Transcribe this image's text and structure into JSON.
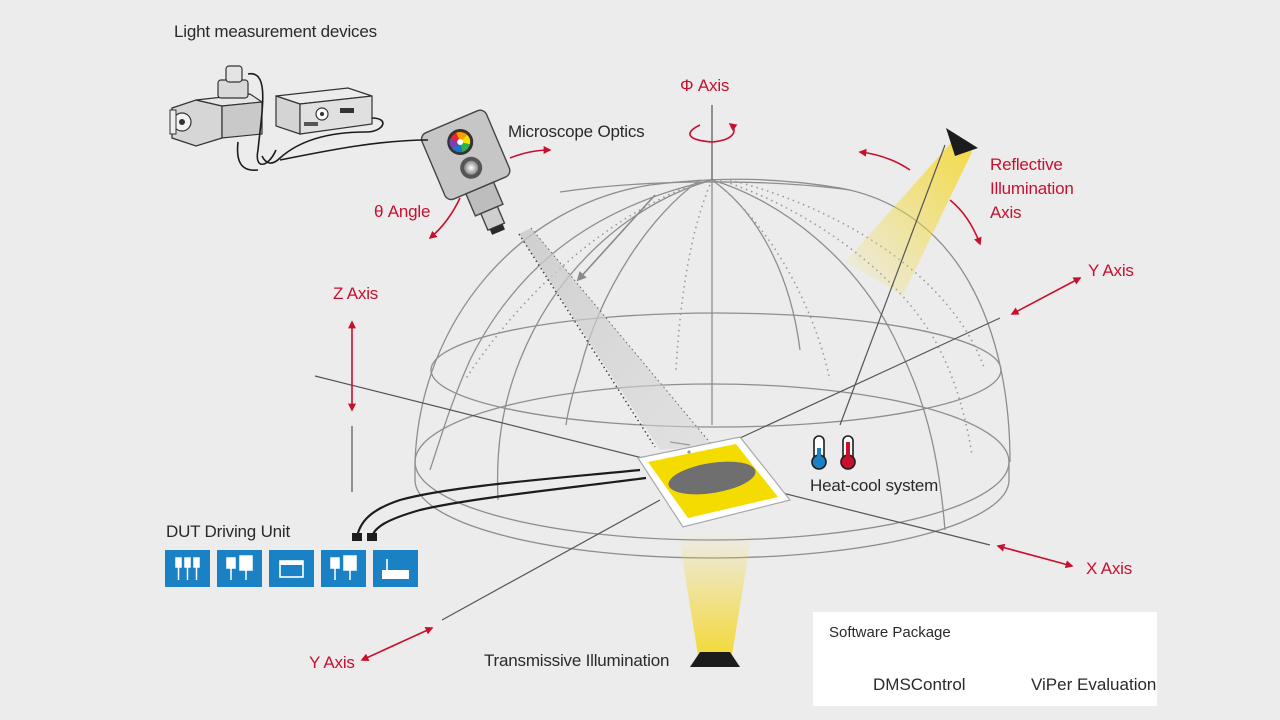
{
  "labels": {
    "light_devices": "Light measurement devices",
    "microscope_optics": "Microscope Optics",
    "theta_angle": "θ Angle",
    "phi_axis": "Φ Axis",
    "reflective_line1": "Reflective",
    "reflective_line2": "Illumination",
    "reflective_line3": "Axis",
    "z_axis": "Z Axis",
    "y_axis_right": "Y Axis",
    "y_axis_left": "Y Axis",
    "x_axis": "X Axis",
    "heat_cool": "Heat-cool system",
    "dut_driving_unit": "DUT Driving Unit",
    "transmissive": "Transmissive Illumination"
  },
  "software": {
    "title": "Software Package",
    "item1": "DMSControl",
    "item2": "ViPer Evaluation"
  },
  "dut_icons": [
    "av-connector-icon",
    "usb-vga-connector-icon",
    "window-icon",
    "usb-vga-connector-icon",
    "router-icon"
  ],
  "colors": {
    "background": "#ececec",
    "accent_red": "#c8102e",
    "text": "#2a2a2a",
    "icon_blue": "#1a82c4",
    "dut_yellow": "#f5dc00",
    "light_yellow": "#f3d93a"
  }
}
